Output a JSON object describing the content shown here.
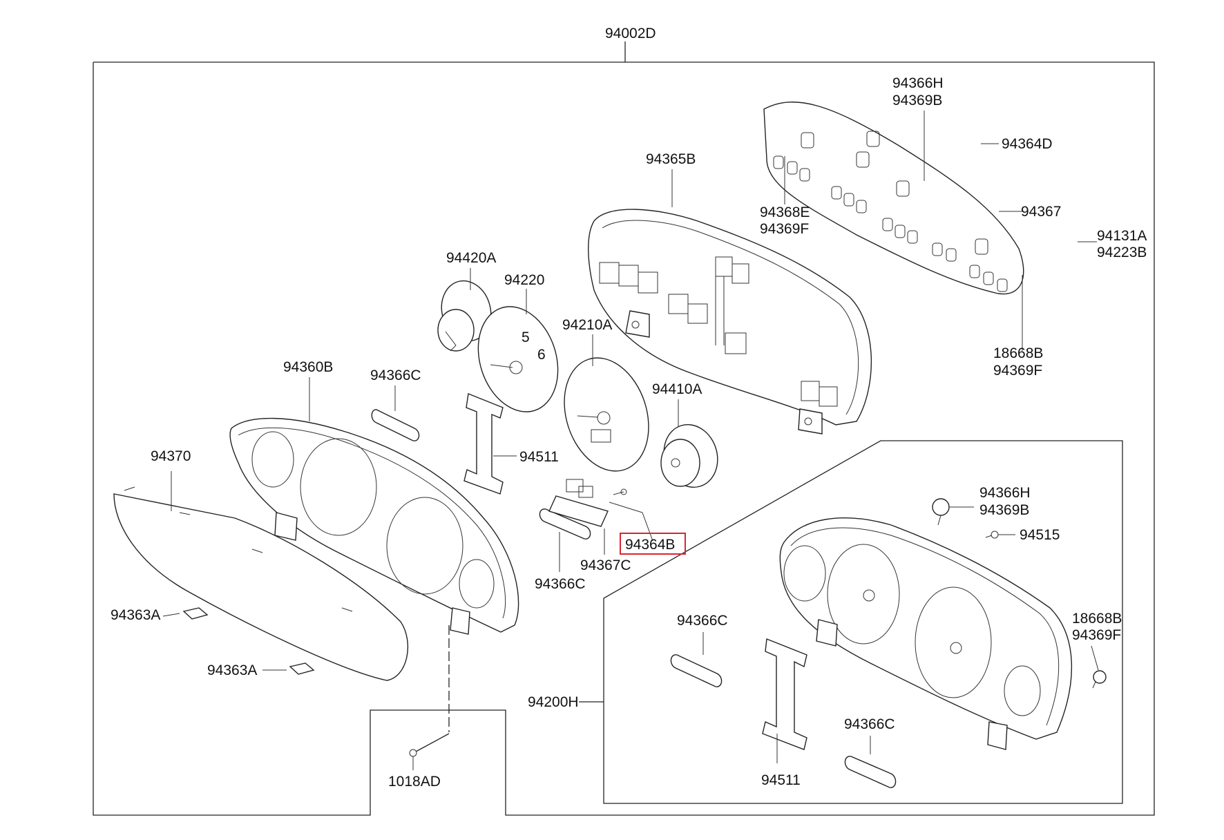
{
  "labels": {
    "assembly": "94002D",
    "bulb_h_top": "94366H",
    "bulb_b_top": "94369B",
    "screw_d": "94364D",
    "upper_case": "94365B",
    "pcb": "94367",
    "socket_e": "94368E",
    "socket_f_top": "94369F",
    "screw_a": "94131A",
    "screw_223b": "94223B",
    "socket_18668b_top": "18668B",
    "socket_f_right": "94369F",
    "fuel_gauge": "94420A",
    "tacho": "94220",
    "speedo": "94210A",
    "temp_gauge": "94410A",
    "face_case": "94360B",
    "lens_c1": "94366C",
    "plate_511": "94511",
    "lens_glass": "94370",
    "module_c": "94367C",
    "screw_b_highlight": "94364B",
    "lens_c2": "94366C",
    "clip_1": "94363A",
    "clip_2": "94363A",
    "bolt": "1018AD",
    "subassy": "94200H",
    "sub_bulb_h": "94366H",
    "sub_bulb_b": "94369B",
    "sub_screw": "94515",
    "sub_socket_18668b": "18668B",
    "sub_socket_f": "94369F",
    "sub_lens_c1": "94366C",
    "sub_plate_511": "94511",
    "sub_lens_c2": "94366C"
  },
  "highlight_color": "#d9262e"
}
